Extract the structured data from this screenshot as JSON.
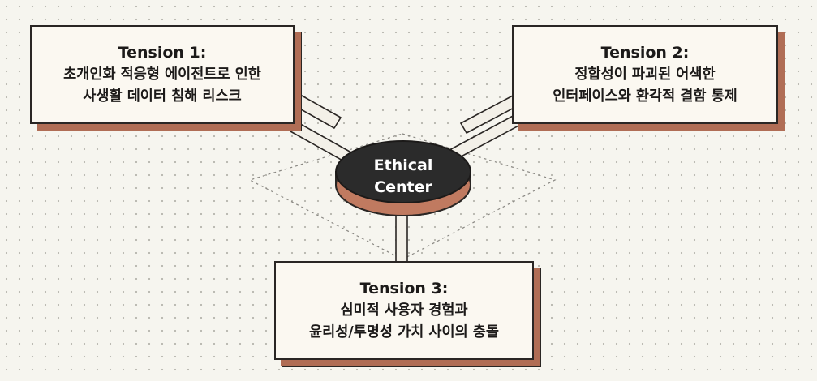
{
  "center": {
    "line1": "Ethical",
    "line2": "Center"
  },
  "tensions": [
    {
      "title": "Tension 1:",
      "line1": "초개인화 적응형 에이전트로 인한",
      "line2": "사생활 데이터 침해 리스크"
    },
    {
      "title": "Tension 2:",
      "line1": "정합성이 파괴된 어색한",
      "line2": "인터페이스와 환각적 결함 통제"
    },
    {
      "title": "Tension 3:",
      "line1": "심미적 사용자 경험과",
      "line2": "윤리성/투명성 가치 사이의 충돌"
    }
  ],
  "colors": {
    "ink": "#2a2624",
    "shadow": "#b06d55",
    "card": "#fbf8f1",
    "center_top": "#2b2b2b",
    "center_side": "#c07a60",
    "background": "#f6f5ef"
  }
}
